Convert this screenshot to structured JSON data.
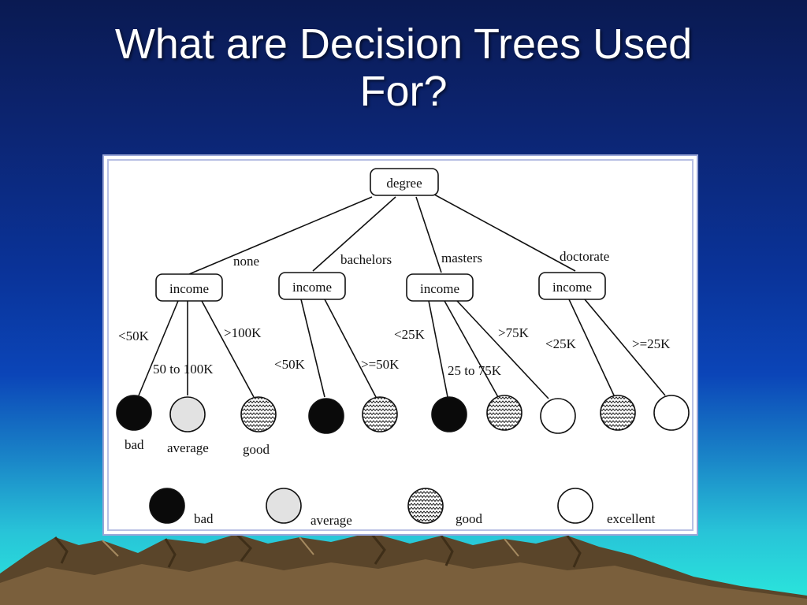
{
  "slide": {
    "title_line1": "What are Decision Trees Used",
    "title_line2": "For?"
  },
  "tree": {
    "root": "degree",
    "branches": [
      {
        "label": "none",
        "node": "income",
        "leaves": [
          {
            "edge": "<50K",
            "class": "bad"
          },
          {
            "edge": "50 to 100K",
            "class": "average"
          },
          {
            "edge": ">100K",
            "class": "good"
          }
        ]
      },
      {
        "label": "bachelors",
        "node": "income",
        "leaves": [
          {
            "edge": "<50K",
            "class": "bad"
          },
          {
            "edge": ">=50K",
            "class": "good"
          }
        ]
      },
      {
        "label": "masters",
        "node": "income",
        "leaves": [
          {
            "edge": "<25K",
            "class": "bad"
          },
          {
            "edge": "25 to 75K",
            "class": "good"
          },
          {
            "edge": ">75K",
            "class": "excellent"
          }
        ]
      },
      {
        "label": "doctorate",
        "node": "income",
        "leaves": [
          {
            "edge": "<25K",
            "class": "good"
          },
          {
            "edge": ">=25K",
            "class": "excellent"
          }
        ]
      }
    ],
    "leaf_labels_under_first_branch": [
      "bad",
      "average",
      "good"
    ]
  },
  "legend": {
    "items": [
      {
        "label": "bad",
        "class": "bad"
      },
      {
        "label": "average",
        "class": "average"
      },
      {
        "label": "good",
        "class": "good"
      },
      {
        "label": "excellent",
        "class": "excellent"
      }
    ]
  },
  "colors": {
    "bad": "#0a0a0a",
    "average": "#e2e2e2",
    "excellent": "#ffffff",
    "good_pattern": "zigzag"
  }
}
